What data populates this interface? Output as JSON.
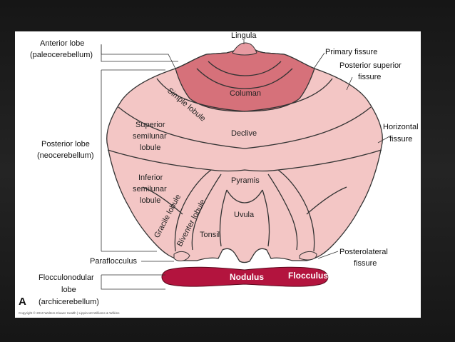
{
  "labels": {
    "anterior_lobe": "Anterior lobe",
    "paleocerebellum": "(paleocerebellum)",
    "lingula": "Lingula",
    "primary_fissure": "Primary fissure",
    "posterior_superior": "Posterior superior",
    "fissure_ps": "fissure",
    "columan": "Columan",
    "simple_lobule": "Simple lobule",
    "superior": "Superior",
    "semilunar_sup": "semilunar",
    "lobule_sup": "lobule",
    "declive": "Declive",
    "horizontal": "Horizontal",
    "fissure_h": "fissure",
    "posterior_lobe": "Posterior lobe",
    "neocerebellum": "(neocerebellum)",
    "inferior": "Inferior",
    "semilunar_inf": "semilunar",
    "lobule_inf": "lobule",
    "pyramis": "Pyramis",
    "gracile_lobule": "Gracile lobule",
    "biventer_lobule": "Biventer lobule",
    "uvula": "Uvula",
    "tonsil": "Tonsil",
    "paraflocculus": "Paraflocculus",
    "posterolateral": "Posterolateral",
    "fissure_pl": "fissure",
    "flocculonodular_lobe": "Flocculonodular",
    "lobe": "lobe",
    "archicerebellum": "(archicerebellum)",
    "nodulus": "Nodulus",
    "flocculus": "Flocculus",
    "figure_letter": "A",
    "copyright": "Copyright © 2010 Wolters Kluwer Health | Lippincott Williams & Wilkins"
  },
  "colors": {
    "background": "#1b1b1b",
    "panel": "#ffffff",
    "body_pink": "#f3c6c5",
    "columan_dark": "#d6717a",
    "flocculonodular": "#b3143e"
  }
}
